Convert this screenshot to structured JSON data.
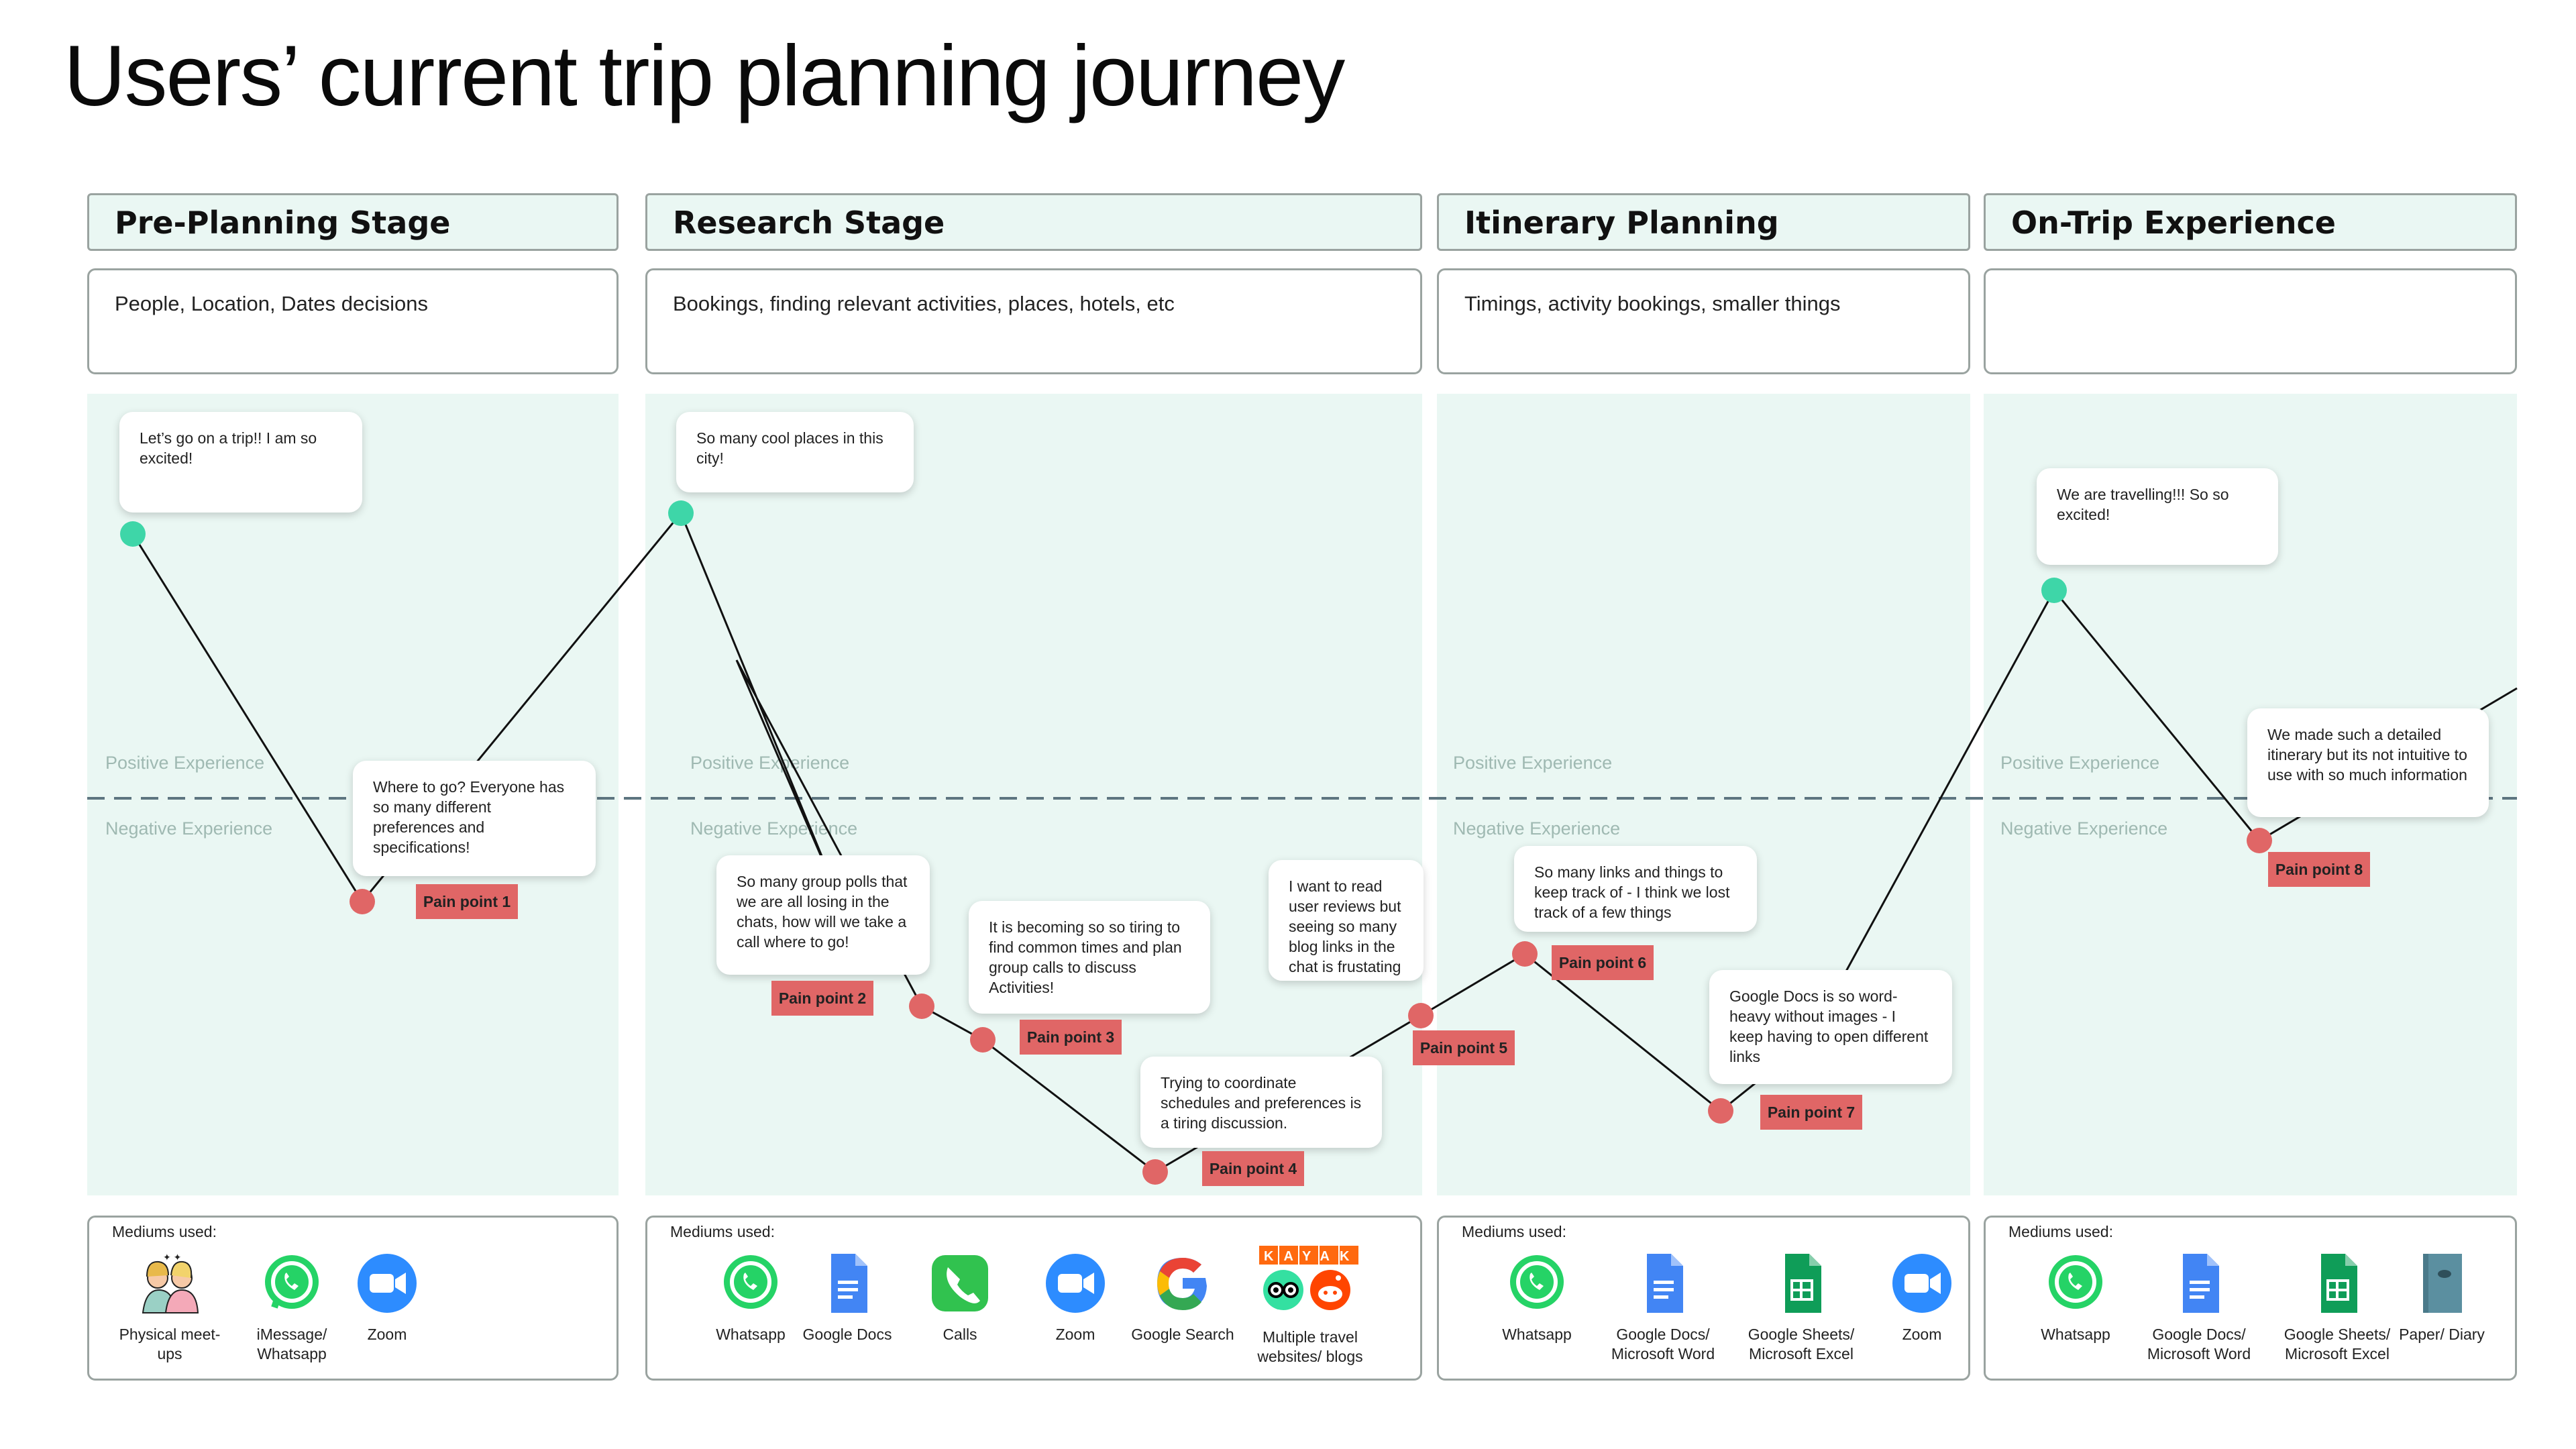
{
  "title": "Users’ current trip planning journey",
  "stages": [
    {
      "name": "Pre-Planning Stage",
      "description": "People, Location, Dates decisions"
    },
    {
      "name": "Research Stage",
      "description": "Bookings, finding relevant activities, places, hotels, etc"
    },
    {
      "name": "Itinerary Planning",
      "description": "Timings, activity bookings, smaller things"
    },
    {
      "name": "On-Trip Experience",
      "description": ""
    }
  ],
  "experience_labels": {
    "positive": "Positive Experience",
    "negative": "Negative Experience"
  },
  "comments": [
    "Let’s go on a trip!! I am so excited!",
    "Where to go? Everyone has so many different preferences and specifications!",
    "So many cool places in this city!",
    "So many group polls that we are all losing in the chats, how will we take a call where to go!",
    "It is becoming so so tiring to find common times and plan group calls to discuss Activities!",
    "Trying to coordinate schedules and preferences is a tiring discussion.",
    "I want to read user reviews but seeing so many blog links in the chat is frustating",
    "So many links and things to keep track of - I think we lost track of a few things",
    "Google Docs is so word-heavy without images - I keep having to open different links",
    "We are travelling!!! So so excited!",
    "We made such a detailed itinerary but its not intuitive to use with so much information"
  ],
  "pain_points": [
    "Pain point 1",
    "Pain point 2",
    "Pain point 3",
    "Pain point 4",
    "Pain point 5",
    "Pain point 6",
    "Pain point 7",
    "Pain point 8"
  ],
  "mediums_title": "Mediums used:",
  "mediums": [
    [
      {
        "label": "Physical meet-ups",
        "icon": "people-icon"
      },
      {
        "label": "iMessage/ Whatsapp",
        "icon": "whatsapp-icon"
      },
      {
        "label": "Zoom",
        "icon": "zoom-icon"
      }
    ],
    [
      {
        "label": "Whatsapp",
        "icon": "whatsapp-icon"
      },
      {
        "label": "Google Docs",
        "icon": "google-docs-icon"
      },
      {
        "label": "Calls",
        "icon": "phone-icon"
      },
      {
        "label": "Zoom",
        "icon": "zoom-icon"
      },
      {
        "label": "Google Search",
        "icon": "google-icon"
      },
      {
        "label": "Multiple travel websites/ blogs",
        "icon": "travel-sites-icon"
      }
    ],
    [
      {
        "label": "Whatsapp",
        "icon": "whatsapp-icon"
      },
      {
        "label": "Google Docs/ Microsoft Word",
        "icon": "google-docs-icon"
      },
      {
        "label": "Google Sheets/ Microsoft Excel",
        "icon": "google-sheets-icon"
      },
      {
        "label": "Zoom",
        "icon": "zoom-icon"
      }
    ],
    [
      {
        "label": "Whatsapp",
        "icon": "whatsapp-icon"
      },
      {
        "label": "Google Docs/ Microsoft Word",
        "icon": "google-docs-icon"
      },
      {
        "label": "Google Sheets/ Microsoft Excel",
        "icon": "google-sheets-icon"
      },
      {
        "label": "Paper/ Diary",
        "icon": "diary-icon"
      }
    ]
  ],
  "logo_text": {
    "kayak": "KAYAK"
  },
  "colors": {
    "lane": "#eaf7f3",
    "positive_point": "#3ed6a8",
    "pain_point": "#e06666",
    "divider": "#5d7580",
    "whatsapp": "#25d366",
    "zoom": "#2d8cff",
    "docs": "#4285f4",
    "sheets": "#0f9d58"
  }
}
